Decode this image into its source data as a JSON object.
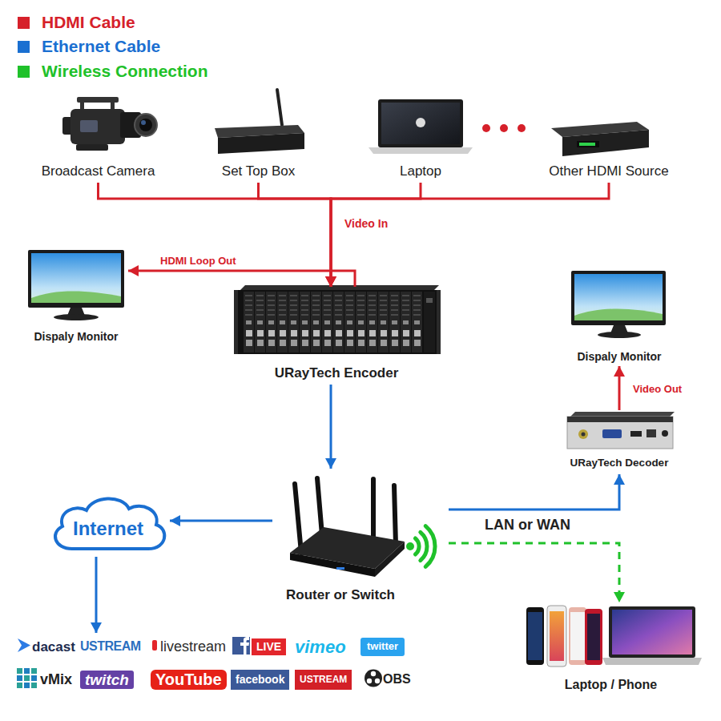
{
  "diagram": {
    "nodes": [
      {
        "text": [
          "Broadcast Camera"
        ]
      },
      {
        "text": [
          "Set Top Box"
        ]
      },
      {
        "text": [
          "Laptop"
        ]
      },
      {
        "text": [
          "Other HDMI Source"
        ]
      },
      {
        "text": [
          "Dispaly Monitor"
        ]
      },
      {
        "text": [
          "URayTech Encoder"
        ]
      },
      {
        "text": [
          "Dispaly Monitor"
        ]
      },
      {
        "text": [
          "URayTech Decoder"
        ]
      },
      {
        "text": [
          "Internet"
        ]
      },
      {
        "text": [
          "Router or Switch"
        ]
      },
      {
        "text": [
          "Laptop / Phone"
        ]
      },
      {
        "text": [
          "dacast",
          "USTREAM",
          "livestream",
          "LIVE",
          "vimeo",
          "twitter",
          "vMix",
          "twitch",
          "YouTube",
          "facebook",
          "USTREAM",
          "OBS"
        ]
      }
    ],
    "edges": [
      {
        "from": 0,
        "to": 5,
        "arrow": "to",
        "label": "Video In"
      },
      {
        "from": 1,
        "to": 5,
        "arrow": "to"
      },
      {
        "from": 2,
        "to": 5,
        "arrow": "to"
      },
      {
        "from": 3,
        "to": 5,
        "arrow": "to"
      },
      {
        "from": 5,
        "to": 4,
        "arrow": "to",
        "label": "HDMI Loop Out"
      },
      {
        "from": 5,
        "to": 9,
        "arrow": "to"
      },
      {
        "from": 9,
        "to": 8,
        "arrow": "to"
      },
      {
        "from": 8,
        "to": 11,
        "arrow": "to"
      },
      {
        "from": 9,
        "to": 7,
        "arrow": "to",
        "label": "LAN or WAN"
      },
      {
        "from": 9,
        "to": 10,
        "arrow": "to"
      },
      {
        "from": 7,
        "to": 6,
        "arrow": "to",
        "label": "Video Out"
      }
    ],
    "legend": [
      {
        "text": "HDMI Cable",
        "color": "#d6202a"
      },
      {
        "text": "Ethernet Cable",
        "color": "#1a6fd1"
      },
      {
        "text": "Wireless Connection",
        "color": "#1fc12a"
      }
    ]
  }
}
